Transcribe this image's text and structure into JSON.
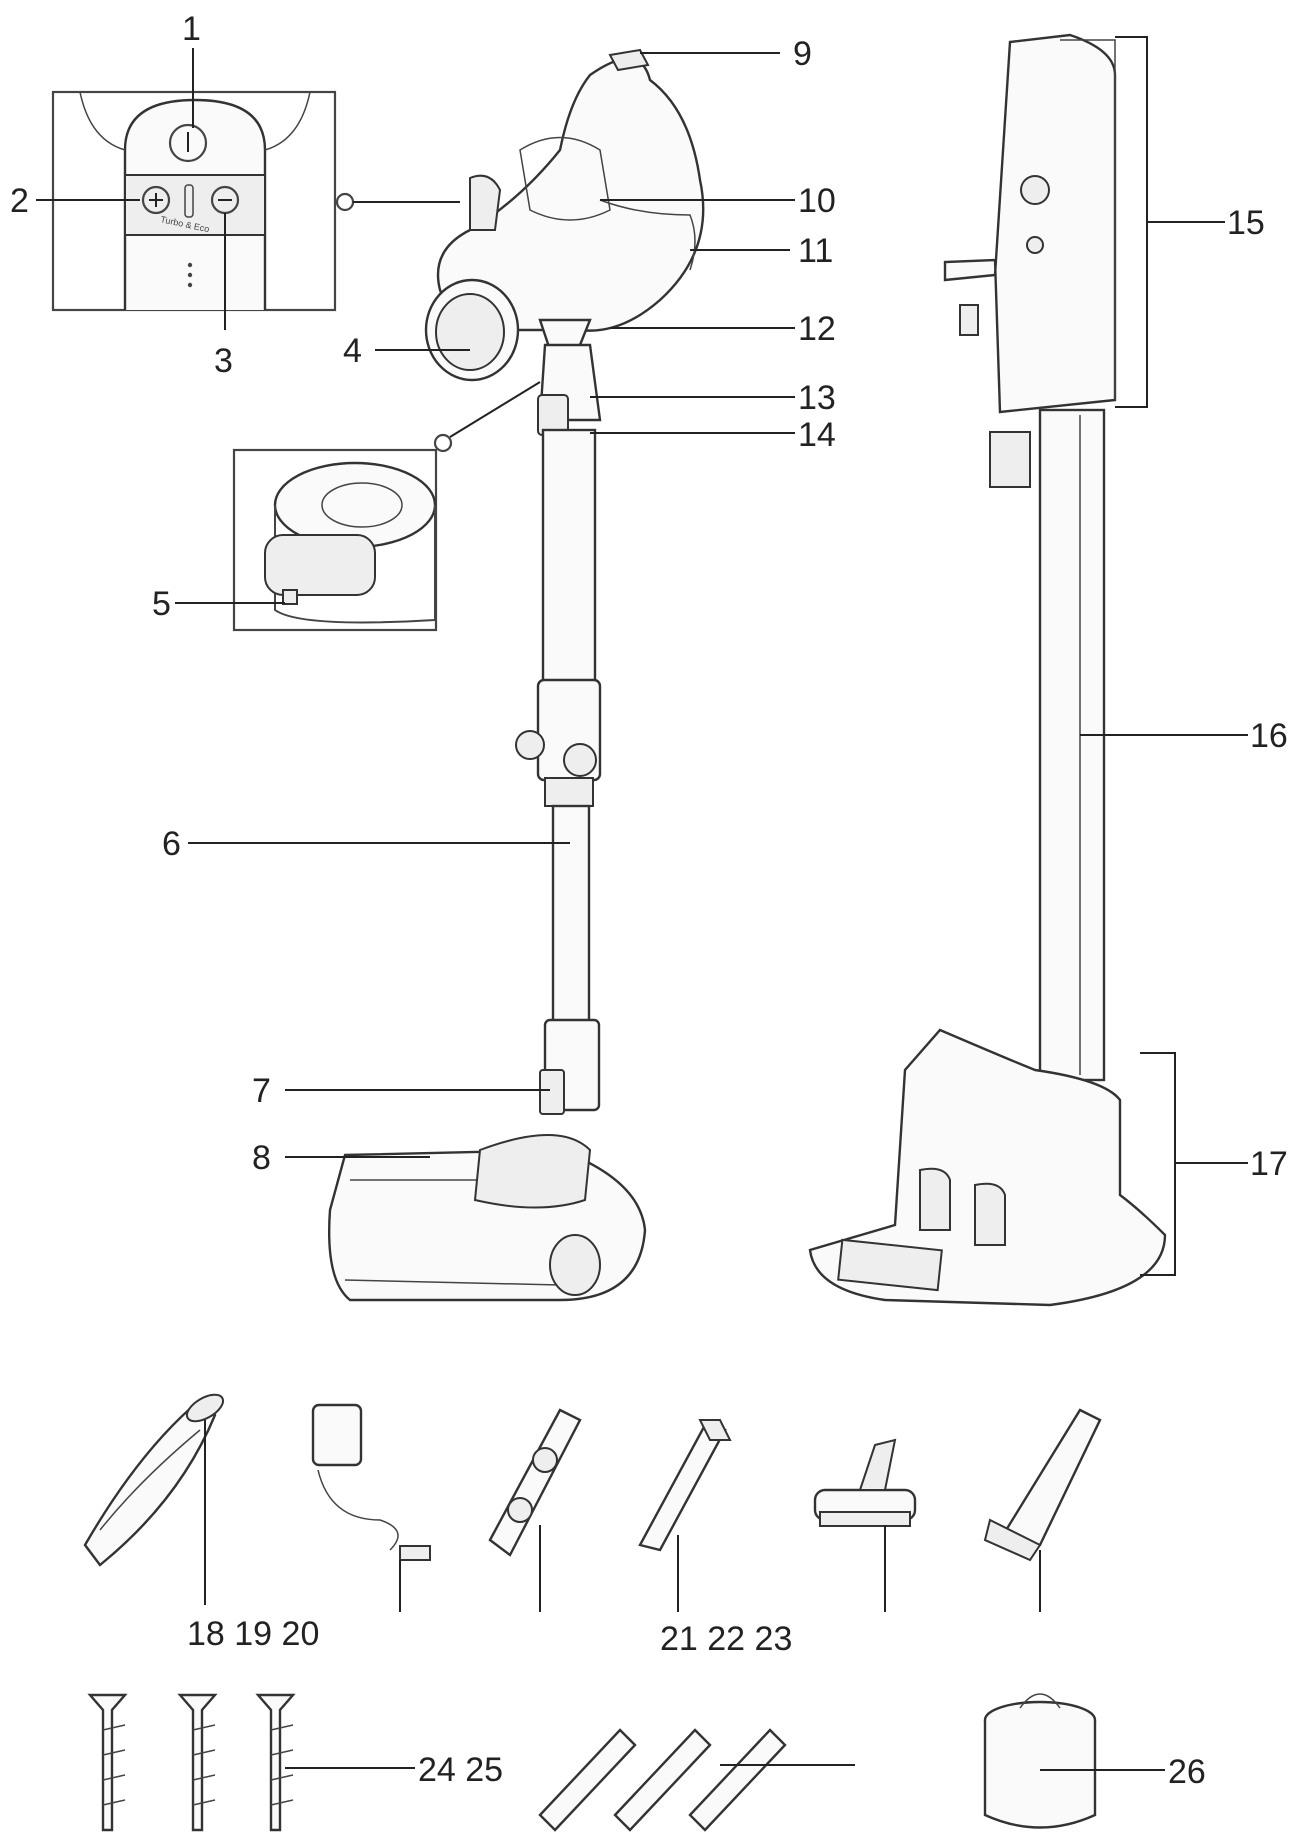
{
  "labels": {
    "l1": "1",
    "l2": "2",
    "l3": "3",
    "l4": "4",
    "l5": "5",
    "l6": "6",
    "l7": "7",
    "l8": "8",
    "l9": "9",
    "l10": "10",
    "l11": "11",
    "l12": "12",
    "l13": "13",
    "l14": "14",
    "l15": "15",
    "l16": "16",
    "l17": "17",
    "l18_20": "18 19 20",
    "l21_23": "21 22 23",
    "l24_25": "24 25",
    "l26": "26"
  },
  "panel_text": "Turbo & Eco"
}
